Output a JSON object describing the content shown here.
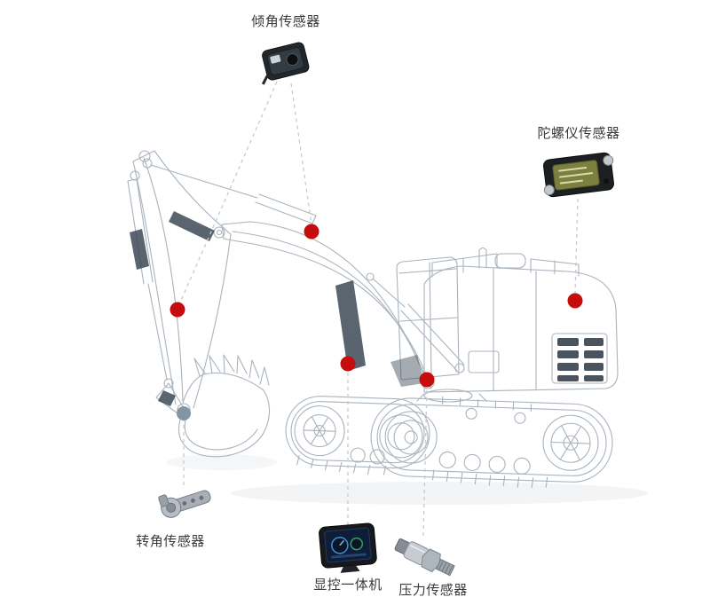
{
  "diagram": {
    "labels": {
      "tilt_sensor": "倾角传感器",
      "gyro_sensor": "陀螺仪传感器",
      "angle_sensor": "转角传感器",
      "display_console": "显控一体机",
      "pressure_sensor": "压力传感器"
    },
    "markers": {
      "red_color": "#c50d0d",
      "gray_color": "#8494a3",
      "red_count": 5,
      "gray_count": 1
    },
    "style": {
      "background": "#ffffff",
      "wireframe_color": "#a9b3bd",
      "leader_line_color": "#c5cbd1",
      "label_text_color": "#3a3a3a"
    }
  }
}
